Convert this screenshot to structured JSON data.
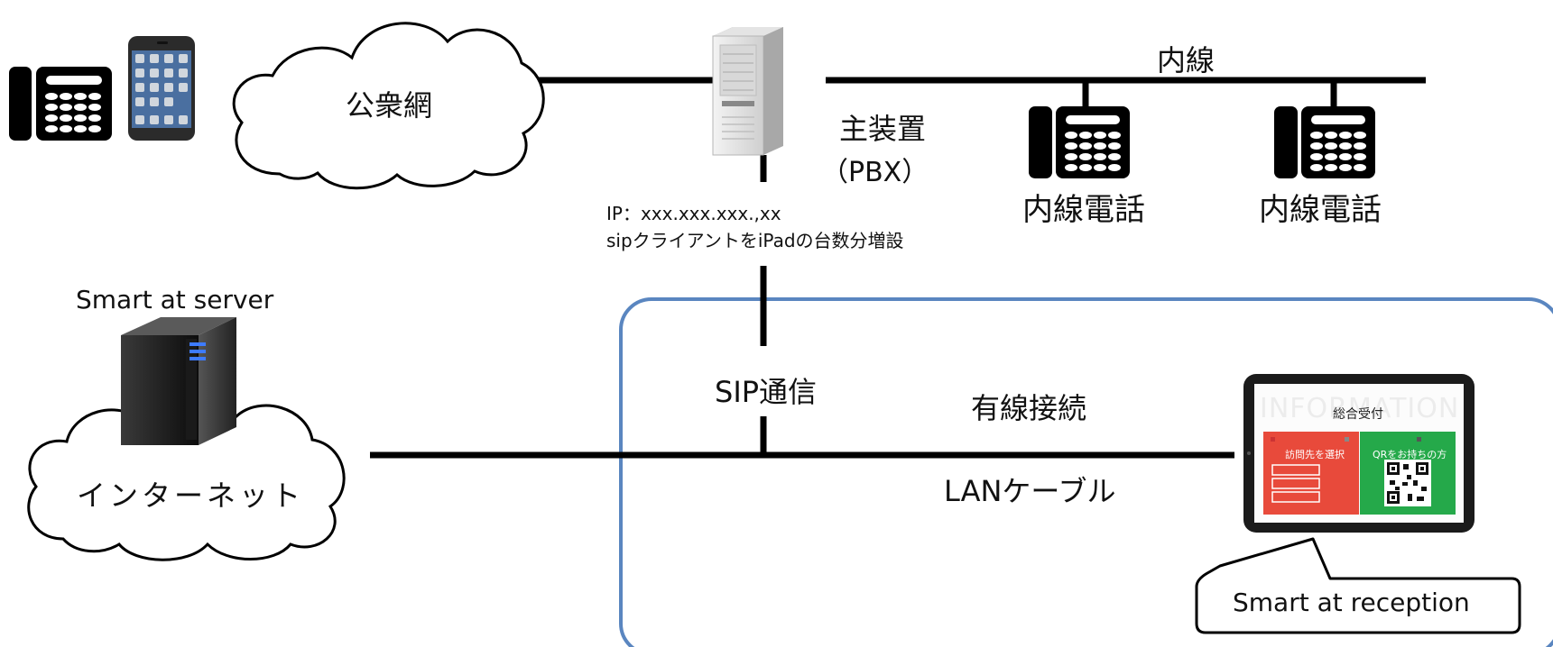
{
  "labels": {
    "public_network": "公衆網",
    "main_unit": "主装置",
    "pbx": "（PBX）",
    "extension_line": "内線",
    "ext_phone_1": "内線電話",
    "ext_phone_2": "内線電話",
    "ip_info": "IP：xxx.xxx.xxx.,xx",
    "sip_client_note": "sipクライアントをiPadの台数分増設",
    "smart_server": "Smart at server",
    "internet": "インターネット",
    "sip_comm": "SIP通信",
    "wired_conn": "有線接続",
    "lan_cable": "LANケーブル",
    "smart_reception": "Smart at reception"
  },
  "tablet": {
    "header_bg_text": "INFORMATION",
    "title": "総合受付",
    "left_panel": "訪問先を選択",
    "right_panel": "QRをお持ちの方",
    "left_color": "#e84a3b",
    "right_color": "#25a94a"
  },
  "colors": {
    "line": "#000000",
    "lan_frame": "#5a86c0"
  }
}
